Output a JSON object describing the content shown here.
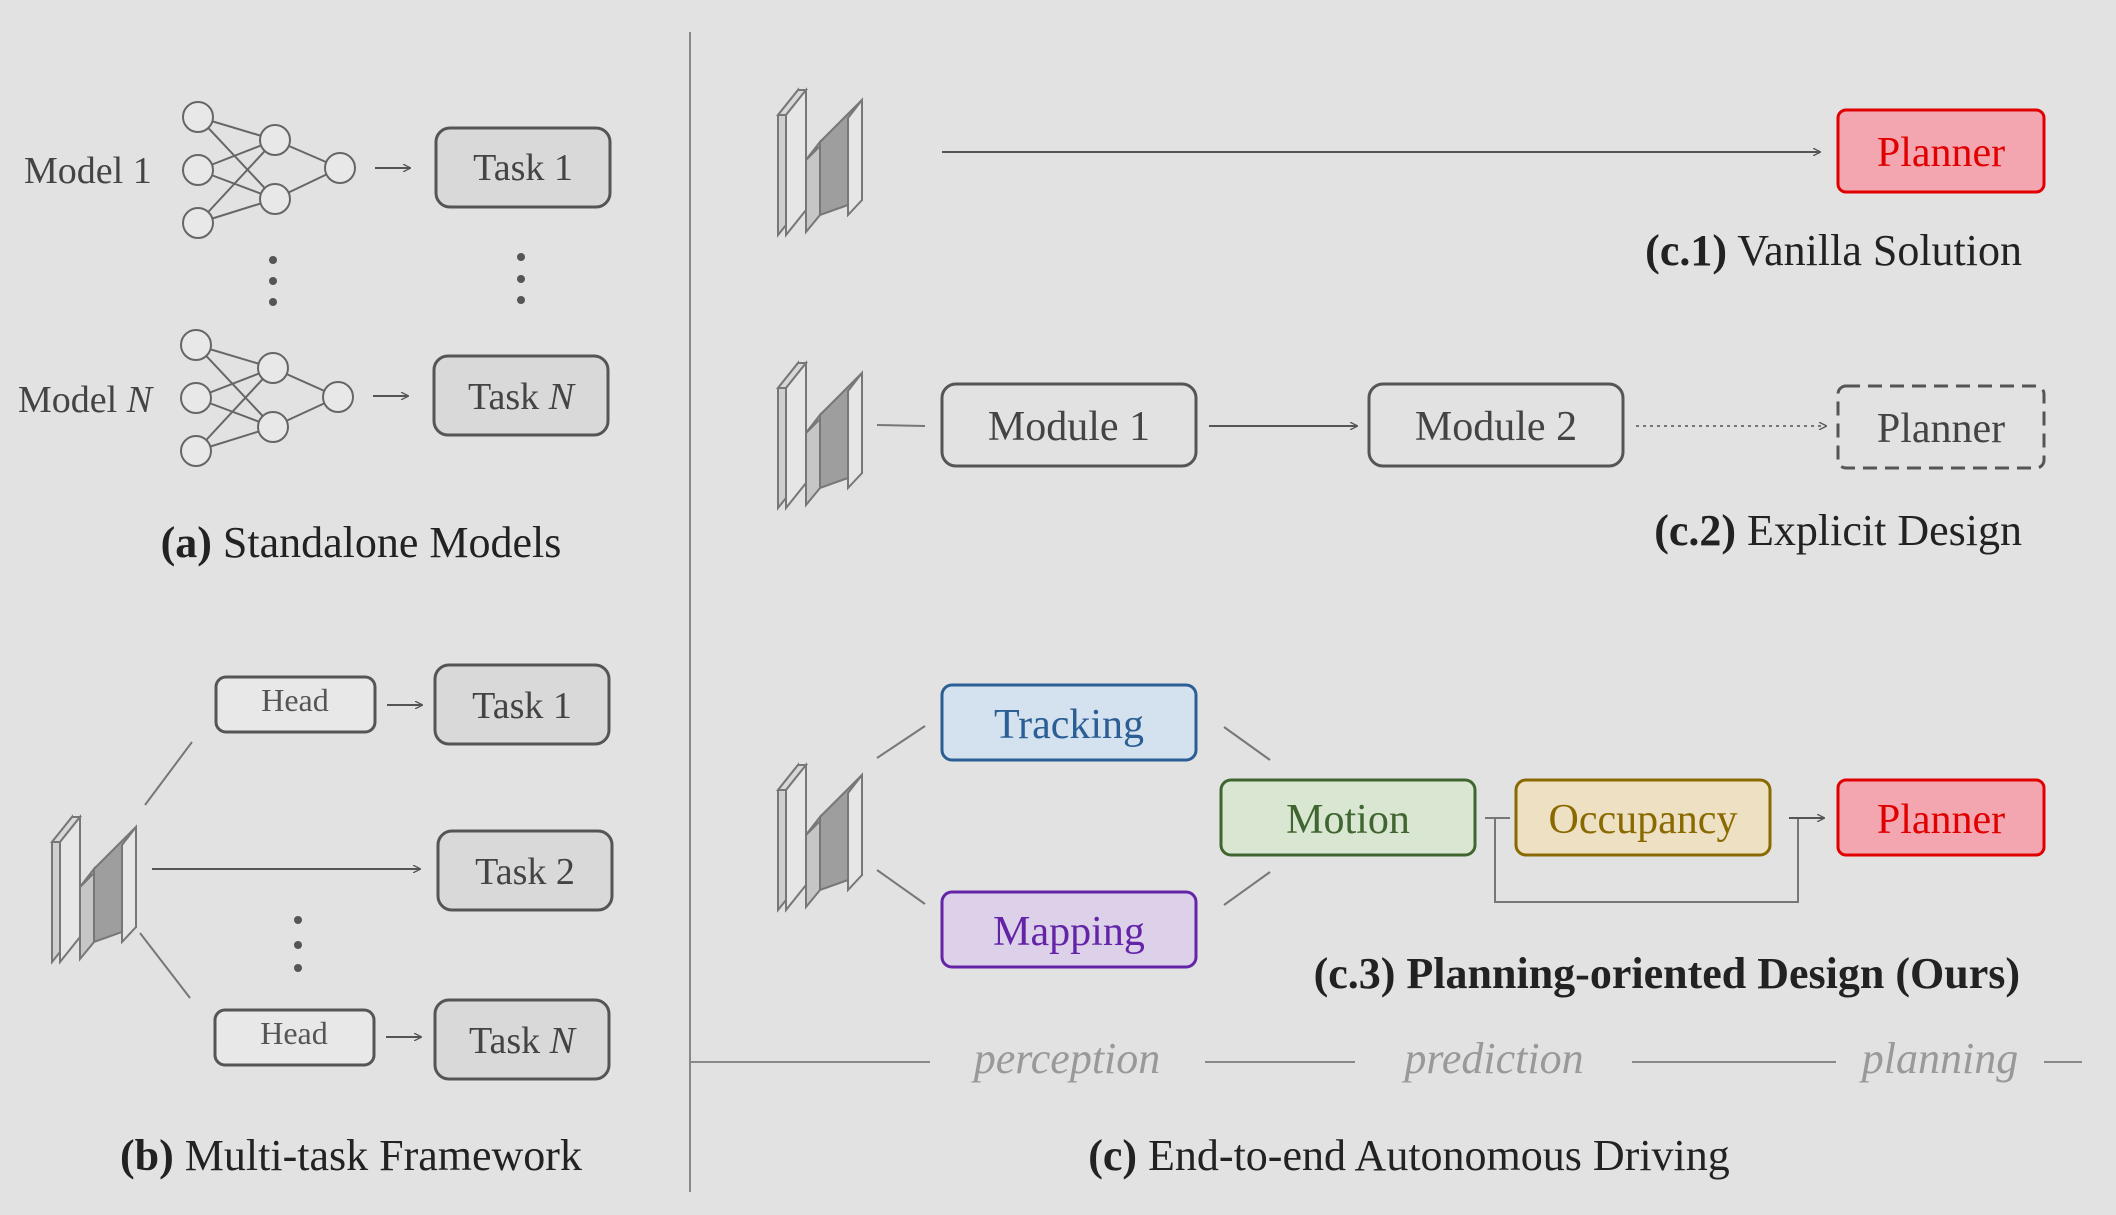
{
  "panel_a": {
    "model_1_label": "Model 1",
    "model_n_prefix": "Model ",
    "model_n_var": "N",
    "task_1": "Task 1",
    "task_n_prefix": "Task ",
    "task_n_var": "N",
    "caption_tag": "(a)",
    "caption_text": " Standalone Models"
  },
  "panel_b": {
    "head_1": "Head",
    "head_n": "Head",
    "task_1": "Task 1",
    "task_2": "Task 2",
    "task_n_prefix": "Task ",
    "task_n_var": "N",
    "caption_tag": "(b)",
    "caption_text": " Multi-task Framework"
  },
  "panel_c1": {
    "planner": "Planner",
    "caption_tag": "(c.1)",
    "caption_text": " Vanilla Solution"
  },
  "panel_c2": {
    "module_1": "Module 1",
    "module_2": "Module 2",
    "planner": "Planner",
    "caption_tag": "(c.2)",
    "caption_text": " Explicit Design"
  },
  "panel_c3": {
    "tracking": "Tracking",
    "mapping": "Mapping",
    "motion": "Motion",
    "occupancy": "Occupancy",
    "planner": "Planner",
    "caption": "(c.3) Planning-oriented Design (Ours)"
  },
  "stages": {
    "perception": "perception",
    "prediction": "prediction",
    "planning": "planning"
  },
  "panel_c": {
    "caption_tag": "(c)",
    "caption_text": " End-to-end Autonomous Driving"
  },
  "colors": {
    "background": "#e2e2e2",
    "stroke": "#555555",
    "box_gray": "#d9d9d9",
    "planner_fill": "#f4a6b0",
    "planner_text": "#e00000",
    "tracking_fill": "#d4e1ee",
    "tracking_text": "#2b5e95",
    "mapping_fill": "#ddd1ea",
    "mapping_text": "#6424a8",
    "motion_fill": "#d9e6d2",
    "motion_text": "#3f6530",
    "occupancy_fill": "#ede0c3",
    "occupancy_text": "#8a6a00"
  }
}
